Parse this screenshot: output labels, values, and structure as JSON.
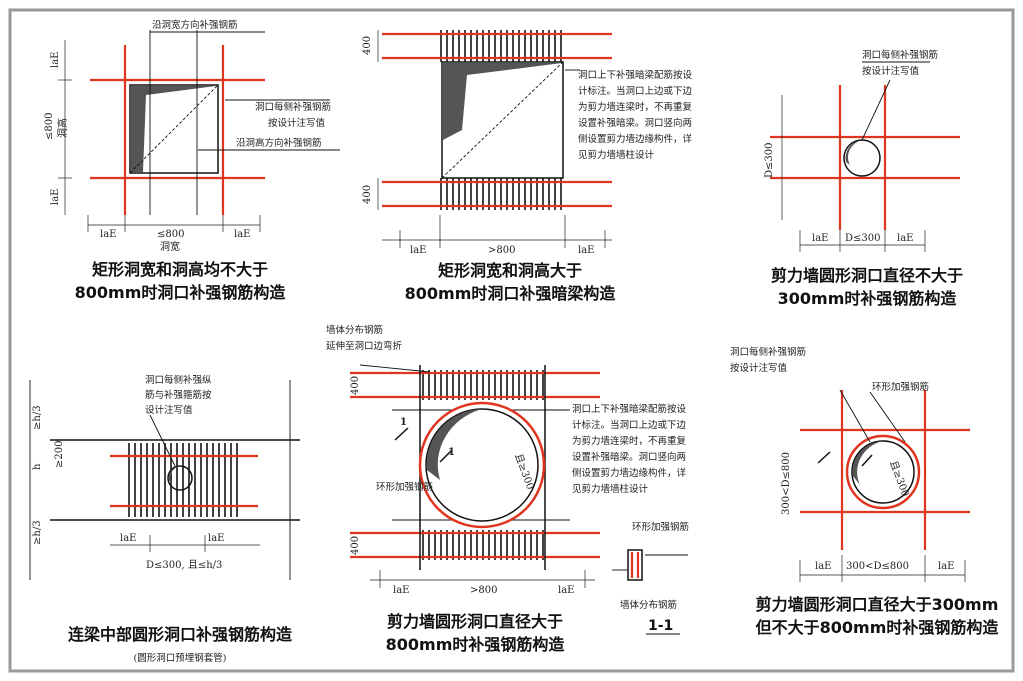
{
  "captions": {
    "d1": [
      "矩形洞宽和洞高均不大于",
      "800mm时洞口补强钢筋构造"
    ],
    "d2": [
      "矩形洞宽和洞高大于",
      "800mm时洞口补强暗梁构造"
    ],
    "d3": [
      "剪力墙圆形洞口直径不大于",
      "300mm时补强钢筋构造"
    ],
    "d4": [
      "连梁中部圆形洞口补强钢筋构造"
    ],
    "d4_sub": "(圆形洞口预埋钢套管)",
    "d5": [
      "剪力墙圆形洞口直径大于",
      "800mm时补强钢筋构造"
    ],
    "d6": [
      "剪力墙圆形洞口直径大于300mm",
      "但不大于800mm时补强钢筋构造"
    ],
    "sec": "1-1"
  },
  "notes": {
    "d1_top": "沿洞宽方向补强钢筋",
    "d1_mid": [
      "洞口每侧补强钢筋",
      "按设计注写值"
    ],
    "d1_bot": "沿洞高方向补强钢筋",
    "d1_hole_h": "洞高",
    "d1_hole_w": "洞宽",
    "d2": [
      "洞口上下补强暗梁配筋按设",
      "计标注。当洞口上边或下边",
      "为剪力墙连梁时，不再重复",
      "设置补强暗梁。洞口竖向两",
      "侧设置剪力墙边缘构件，详",
      "见剪力墙墙柱设计"
    ],
    "d3": [
      "洞口每侧补强钢筋",
      "按设计注写值"
    ],
    "d4": [
      "洞口每侧补强纵",
      "筋与补强箍筋按",
      "设计注写值"
    ],
    "d5_top": [
      "墙体分布钢筋",
      "延伸至洞口边弯折"
    ],
    "d5_right": [
      "洞口上下补强暗梁配筋按设",
      "计标注。当洞口上边或下边",
      "为剪力墙连梁时，不再重复",
      "设置补强暗梁。洞口竖向两",
      "侧设置剪力墙边缘构件，详",
      "见剪力墙墙柱设计"
    ],
    "d5_ring": "环形加强钢筋",
    "d5_sec_ring": "环形加强钢筋",
    "d5_sec_dist": "墙体分布钢筋",
    "d6_top": [
      "洞口每侧补强钢筋",
      "按设计注写值"
    ],
    "d6_ring": "环形加强钢筋"
  },
  "dims": {
    "laE": "laE",
    "lE": "laE",
    "le800": "≤800",
    "gt800": ">800",
    "v400": "400",
    "d3_D": "D≤300",
    "d4_D": "D≤300, 且≤h/3",
    "d4_h": "h",
    "d4_h3": "≥h/3",
    "d4_200": "≥200",
    "d6_D": "300<D≤800",
    "ring_la": "且≥300",
    "section_mark": "1"
  }
}
